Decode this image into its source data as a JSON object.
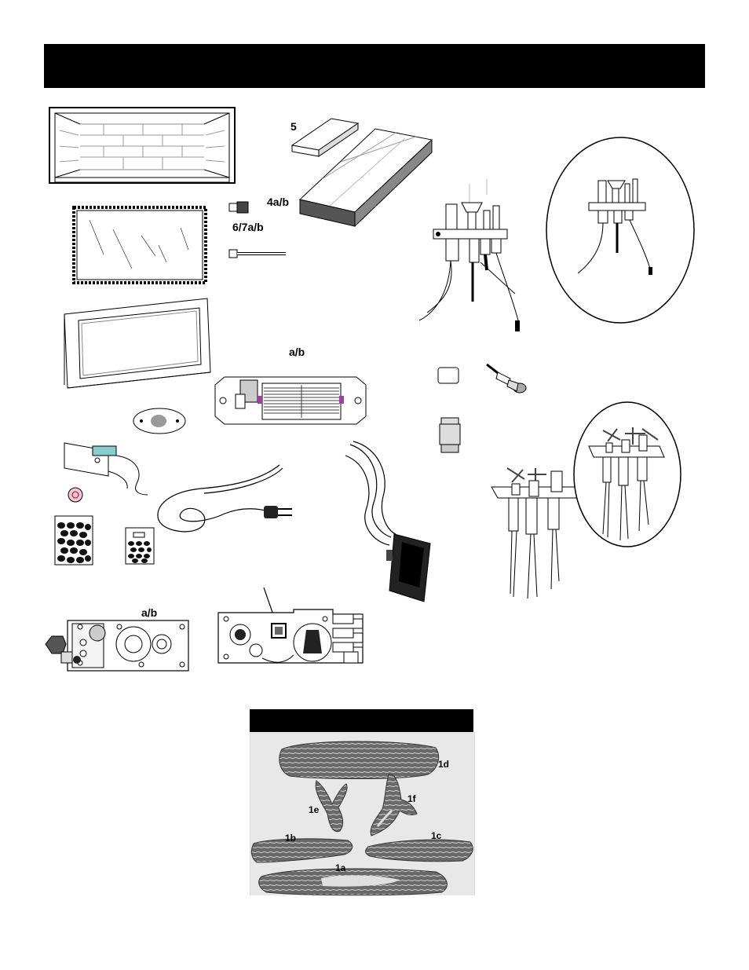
{
  "header": {
    "title": ""
  },
  "labels": {
    "part_5": "5",
    "part_4ab": "4a/b",
    "part_67ab": "6/7a/b",
    "blower_ab": "a/b",
    "valve_ab": "a/b"
  },
  "log_photo": {
    "title": "",
    "labels": [
      "1d",
      "1e",
      "1f",
      "1b",
      "1c",
      "1a"
    ]
  }
}
